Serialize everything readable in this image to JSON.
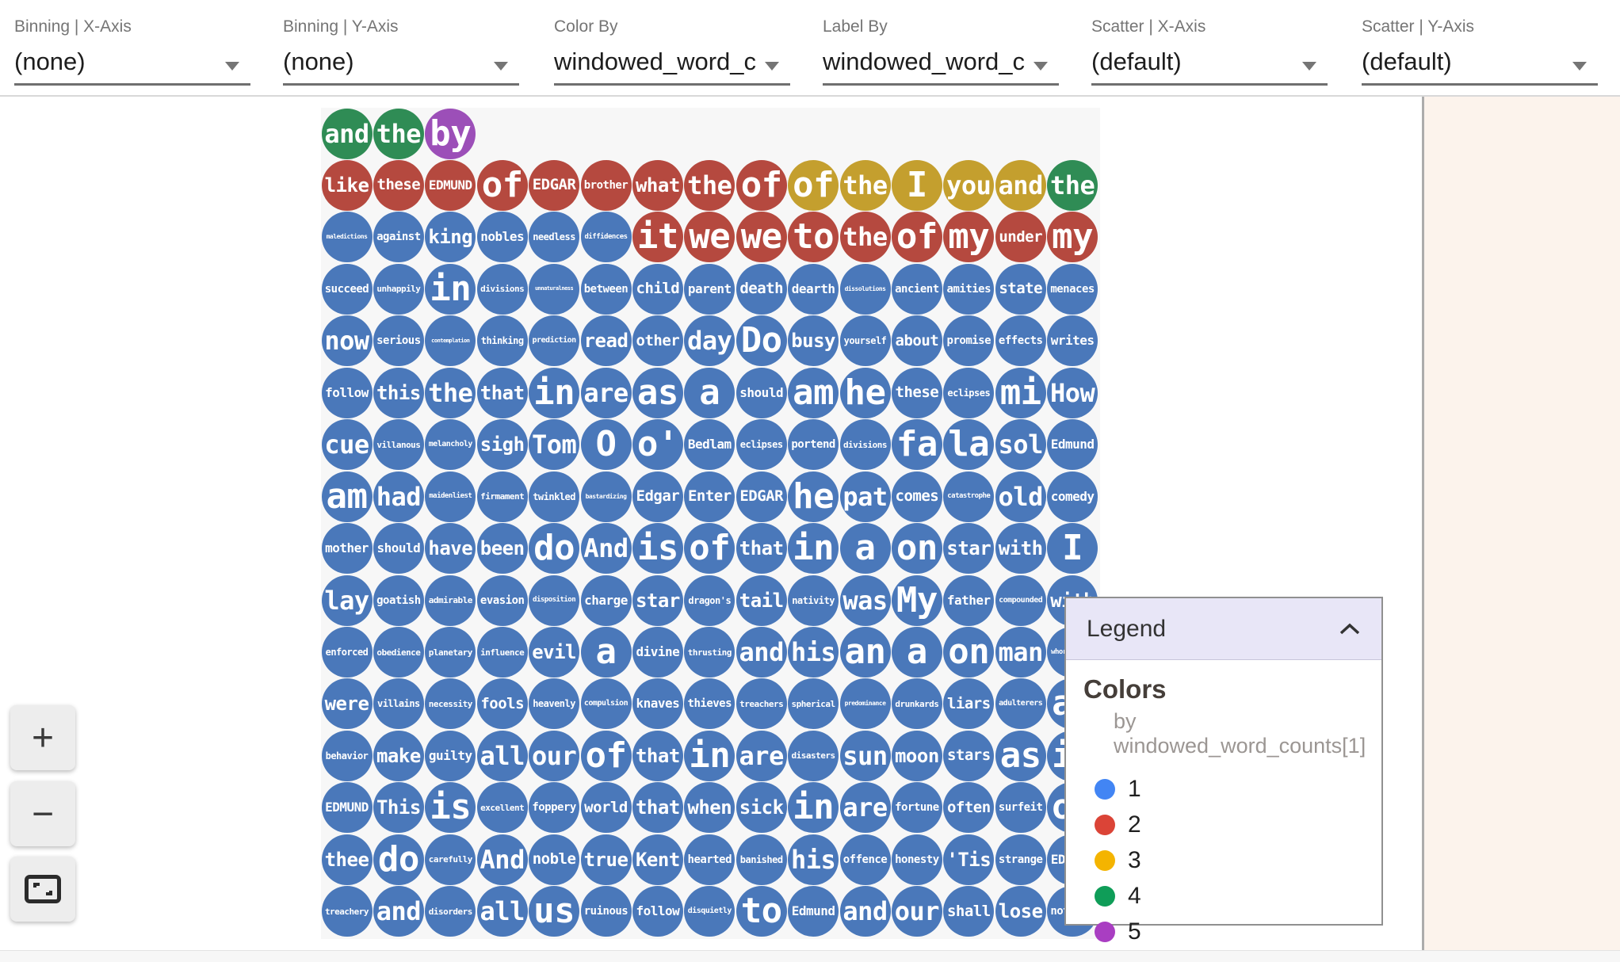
{
  "controls": [
    {
      "label": "Binning | X-Axis",
      "value": "(none)"
    },
    {
      "label": "Binning | Y-Axis",
      "value": "(none)"
    },
    {
      "label": "Color By",
      "value": "windowed_word_c"
    },
    {
      "label": "Label By",
      "value": "windowed_word_c"
    },
    {
      "label": "Scatter | X-Axis",
      "value": "(default)"
    },
    {
      "label": "Scatter | Y-Axis",
      "value": "(default)"
    }
  ],
  "zoom_controls": {
    "zoom_in_label": "+",
    "zoom_out_label": "−"
  },
  "legend": {
    "header": "Legend",
    "section": "Colors",
    "subtitle": "by windowed_word_counts[1]",
    "items": [
      {
        "value": "1",
        "color": "#4285F4"
      },
      {
        "value": "2",
        "color": "#DB4437"
      },
      {
        "value": "3",
        "color": "#F4B400"
      },
      {
        "value": "4",
        "color": "#0F9D58"
      },
      {
        "value": "5",
        "color": "#A93EC2"
      }
    ]
  },
  "palette": {
    "1": "#4A78BA",
    "2": "#B5493F",
    "3": "#C49F2E",
    "4": "#2F8C55",
    "5": "#9C4FB8"
  },
  "canvas_background": "#F7F7F7",
  "side_panel_background": "#FCF3EC",
  "grid": {
    "rows": [
      [
        [
          "and",
          4
        ],
        [
          "the",
          4
        ],
        [
          "by",
          5
        ]
      ],
      [
        [
          "like",
          2
        ],
        [
          "these",
          2
        ],
        [
          "EDMUND",
          2
        ],
        [
          "of",
          2
        ],
        [
          "EDGAR",
          2
        ],
        [
          "brother",
          2
        ],
        [
          "what",
          2
        ],
        [
          "the",
          2
        ],
        [
          "of",
          2
        ],
        [
          "of",
          3
        ],
        [
          "the",
          3
        ],
        [
          "I",
          3
        ],
        [
          "you",
          3
        ],
        [
          "and",
          3
        ],
        [
          "the",
          4
        ]
      ],
      [
        [
          "maledictions",
          1
        ],
        [
          "against",
          1
        ],
        [
          "king",
          1
        ],
        [
          "nobles",
          1
        ],
        [
          "needless",
          1
        ],
        [
          "diffidences",
          1
        ],
        [
          "it",
          2
        ],
        [
          "we",
          2
        ],
        [
          "we",
          2
        ],
        [
          "to",
          2
        ],
        [
          "the",
          2
        ],
        [
          "of",
          2
        ],
        [
          "my",
          2
        ],
        [
          "under",
          2
        ],
        [
          "my",
          2
        ]
      ],
      [
        [
          "succeed",
          1
        ],
        [
          "unhappily",
          1
        ],
        [
          "in",
          1
        ],
        [
          "divisions",
          1
        ],
        [
          "unnaturalness",
          1
        ],
        [
          "between",
          1
        ],
        [
          "child",
          1
        ],
        [
          "parent",
          1
        ],
        [
          "death",
          1
        ],
        [
          "dearth",
          1
        ],
        [
          "dissolutions",
          1
        ],
        [
          "ancient",
          1
        ],
        [
          "amities",
          1
        ],
        [
          "state",
          1
        ],
        [
          "menaces",
          1
        ]
      ],
      [
        [
          "now",
          1
        ],
        [
          "serious",
          1
        ],
        [
          "contemplation",
          1
        ],
        [
          "thinking",
          1
        ],
        [
          "prediction",
          1
        ],
        [
          "read",
          1
        ],
        [
          "other",
          1
        ],
        [
          "day",
          1
        ],
        [
          "Do",
          1
        ],
        [
          "busy",
          1
        ],
        [
          "yourself",
          1
        ],
        [
          "about",
          1
        ],
        [
          "promise",
          1
        ],
        [
          "effects",
          1
        ],
        [
          "writes",
          1
        ]
      ],
      [
        [
          "follow",
          1
        ],
        [
          "this",
          1
        ],
        [
          "the",
          1
        ],
        [
          "that",
          1
        ],
        [
          "in",
          1
        ],
        [
          "are",
          1
        ],
        [
          "as",
          1
        ],
        [
          "a",
          1
        ],
        [
          "should",
          1
        ],
        [
          "am",
          1
        ],
        [
          "he",
          1
        ],
        [
          "these",
          1
        ],
        [
          "eclipses",
          1
        ],
        [
          "mi",
          1
        ],
        [
          "How",
          1
        ]
      ],
      [
        [
          "cue",
          1
        ],
        [
          "villanous",
          1
        ],
        [
          "melancholy",
          1
        ],
        [
          "sigh",
          1
        ],
        [
          "Tom",
          1
        ],
        [
          "O",
          1
        ],
        [
          "o'",
          1
        ],
        [
          "Bedlam",
          1
        ],
        [
          "eclipses",
          1
        ],
        [
          "portend",
          1
        ],
        [
          "divisions",
          1
        ],
        [
          "fa",
          1
        ],
        [
          "la",
          1
        ],
        [
          "sol",
          1
        ],
        [
          "Edmund",
          1
        ]
      ],
      [
        [
          "am",
          1
        ],
        [
          "had",
          1
        ],
        [
          "maidenliest",
          1
        ],
        [
          "firmament",
          1
        ],
        [
          "twinkled",
          1
        ],
        [
          "bastardizing",
          1
        ],
        [
          "Edgar",
          1
        ],
        [
          "Enter",
          1
        ],
        [
          "EDGAR",
          1
        ],
        [
          "he",
          1
        ],
        [
          "pat",
          1
        ],
        [
          "comes",
          1
        ],
        [
          "catastrophe",
          1
        ],
        [
          "old",
          1
        ],
        [
          "comedy",
          1
        ]
      ],
      [
        [
          "mother",
          1
        ],
        [
          "should",
          1
        ],
        [
          "have",
          1
        ],
        [
          "been",
          1
        ],
        [
          "do",
          1
        ],
        [
          "And",
          1
        ],
        [
          "is",
          1
        ],
        [
          "of",
          1
        ],
        [
          "that",
          1
        ],
        [
          "in",
          1
        ],
        [
          "a",
          1
        ],
        [
          "on",
          1
        ],
        [
          "star",
          1
        ],
        [
          "with",
          1
        ],
        [
          "I",
          1
        ]
      ],
      [
        [
          "lay",
          1
        ],
        [
          "goatish",
          1
        ],
        [
          "admirable",
          1
        ],
        [
          "evasion",
          1
        ],
        [
          "disposition",
          1
        ],
        [
          "charge",
          1
        ],
        [
          "star",
          1
        ],
        [
          "dragon's",
          1
        ],
        [
          "tail",
          1
        ],
        [
          "nativity",
          1
        ],
        [
          "was",
          1
        ],
        [
          "My",
          1
        ],
        [
          "father",
          1
        ],
        [
          "compounded",
          1
        ],
        [
          "with",
          1
        ]
      ],
      [
        [
          "enforced",
          1
        ],
        [
          "obedience",
          1
        ],
        [
          "planetary",
          1
        ],
        [
          "influence",
          1
        ],
        [
          "evil",
          1
        ],
        [
          "a",
          1
        ],
        [
          "divine",
          1
        ],
        [
          "thrusting",
          1
        ],
        [
          "and",
          1
        ],
        [
          "his",
          1
        ],
        [
          "an",
          1
        ],
        [
          "a",
          1
        ],
        [
          "on",
          1
        ],
        [
          "man",
          1
        ],
        [
          "whoremaster",
          1
        ]
      ],
      [
        [
          "were",
          1
        ],
        [
          "villains",
          1
        ],
        [
          "necessity",
          1
        ],
        [
          "fools",
          1
        ],
        [
          "heavenly",
          1
        ],
        [
          "compulsion",
          1
        ],
        [
          "knaves",
          1
        ],
        [
          "thieves",
          1
        ],
        [
          "treachers",
          1
        ],
        [
          "spherical",
          1
        ],
        [
          "predominance",
          1
        ],
        [
          "drunkards",
          1
        ],
        [
          "liars",
          1
        ],
        [
          "adulterers",
          1
        ],
        [
          "an",
          1
        ]
      ],
      [
        [
          "behavior",
          1
        ],
        [
          "make",
          1
        ],
        [
          "guilty",
          1
        ],
        [
          "all",
          1
        ],
        [
          "our",
          1
        ],
        [
          "of",
          1
        ],
        [
          "that",
          1
        ],
        [
          "in",
          1
        ],
        [
          "are",
          1
        ],
        [
          "disasters",
          1
        ],
        [
          "sun",
          1
        ],
        [
          "moon",
          1
        ],
        [
          "stars",
          1
        ],
        [
          "as",
          1
        ],
        [
          "if",
          1
        ]
      ],
      [
        [
          "EDMUND",
          1
        ],
        [
          "This",
          1
        ],
        [
          "is",
          1
        ],
        [
          "excellent",
          1
        ],
        [
          "foppery",
          1
        ],
        [
          "world",
          1
        ],
        [
          "that",
          1
        ],
        [
          "when",
          1
        ],
        [
          "sick",
          1
        ],
        [
          "in",
          1
        ],
        [
          "are",
          1
        ],
        [
          "fortune",
          1
        ],
        [
          "often",
          1
        ],
        [
          "surfeit",
          1
        ],
        [
          "of",
          1
        ]
      ],
      [
        [
          "thee",
          1
        ],
        [
          "do",
          1
        ],
        [
          "carefully",
          1
        ],
        [
          "And",
          1
        ],
        [
          "noble",
          1
        ],
        [
          "true",
          1
        ],
        [
          "Kent",
          1
        ],
        [
          "hearted",
          1
        ],
        [
          "banished",
          1
        ],
        [
          "his",
          1
        ],
        [
          "offence",
          1
        ],
        [
          "honesty",
          1
        ],
        [
          "'Tis",
          1
        ],
        [
          "strange",
          1
        ],
        [
          "EDMUND",
          1
        ]
      ],
      [
        [
          "treachery",
          1
        ],
        [
          "and",
          1
        ],
        [
          "disorders",
          1
        ],
        [
          "all",
          1
        ],
        [
          "us",
          1
        ],
        [
          "ruinous",
          1
        ],
        [
          "follow",
          1
        ],
        [
          "disquietly",
          1
        ],
        [
          "to",
          1
        ],
        [
          "Edmund",
          1
        ],
        [
          "and",
          1
        ],
        [
          "our",
          1
        ],
        [
          "shall",
          1
        ],
        [
          "lose",
          1
        ],
        [
          "nothing",
          1
        ]
      ]
    ]
  }
}
